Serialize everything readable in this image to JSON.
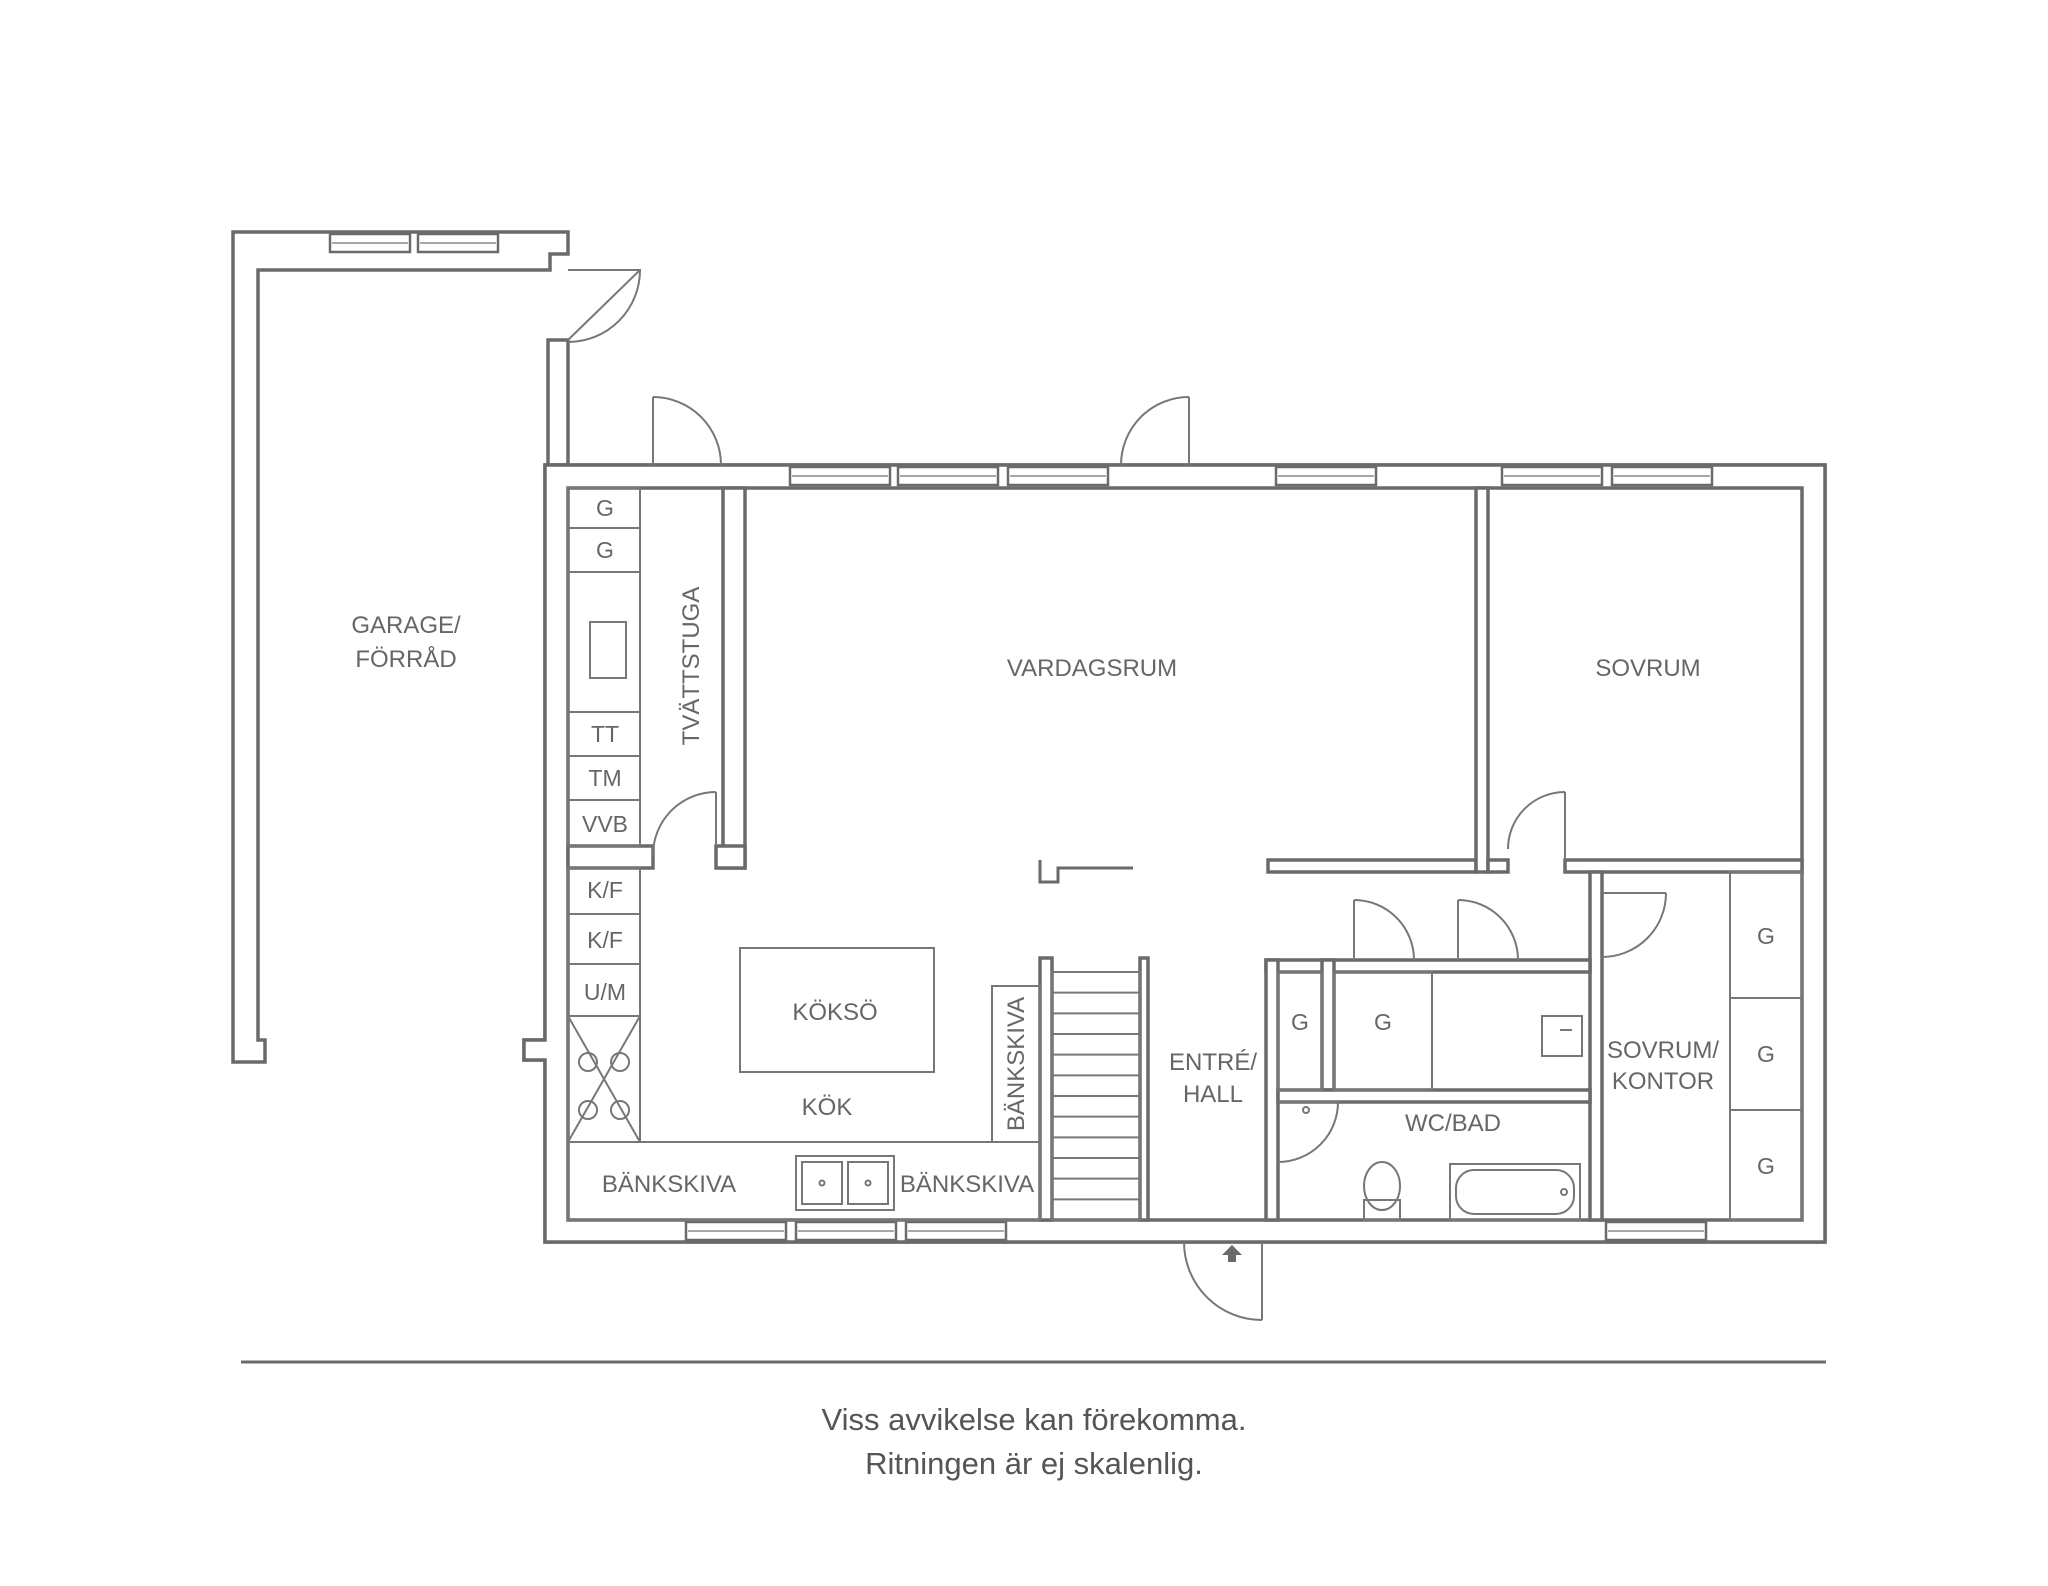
{
  "rooms": {
    "garage": "GARAGE/\nFÖRRÅD",
    "laundry": "TVÄTTSTUGA",
    "living": "VARDAGSRUM",
    "bedroom": "SOVRUM",
    "kitchen_island": "KÖKSÖ",
    "kitchen": "KÖK",
    "counter_vertical": "BÄNKSKIVA",
    "counter_left": "BÄNKSKIVA",
    "counter_right": "BÄNKSKIVA",
    "hall": "ENTRÉ/\nHALL",
    "bath": "WC/BAD",
    "office": "SOVRUM/\nKONTOR"
  },
  "fixtures": {
    "laundry_cabinet_1": "G",
    "laundry_cabinet_2": "G",
    "tumble_dryer": "TT",
    "washing_machine": "TM",
    "water_heater": "VVB",
    "fridge_freezer_1": "K/F",
    "fridge_freezer_2": "K/F",
    "oven_microwave": "U/M",
    "hall_wardrobe_1": "G",
    "hall_wardrobe_2": "G",
    "office_wardrobe_1": "G",
    "office_wardrobe_2": "G",
    "office_wardrobe_3": "G"
  },
  "disclaimer": {
    "line1": "Viss avvikelse kan förekomma.",
    "line2": "Ritningen är ej skalenlig."
  },
  "colors": {
    "walls": "#6a6a6a",
    "text": "#666666",
    "background": "#ffffff"
  }
}
